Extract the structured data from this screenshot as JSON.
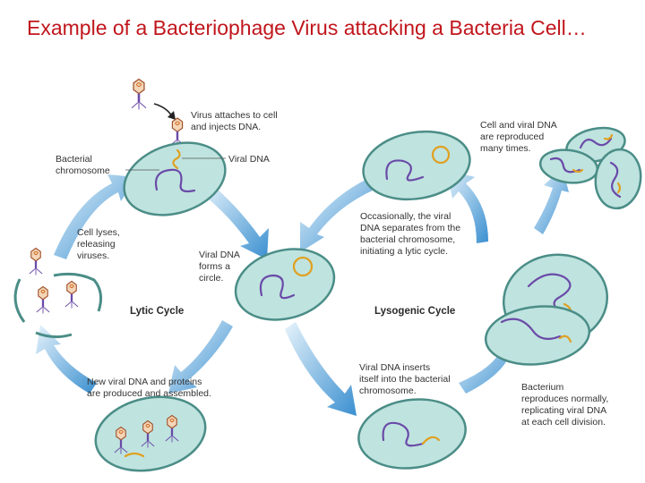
{
  "title": "Example of a Bacteriophage Virus attacking a Bacteria Cell…",
  "labels": {
    "virus_attaches": [
      "Virus attaches to cell",
      "and injects DNA."
    ],
    "bacterial_chromosome": [
      "Bacterial",
      "chromosome"
    ],
    "viral_dna": "Viral DNA",
    "cell_lyses": [
      "Cell lyses,",
      "releasing",
      "viruses."
    ],
    "viral_dna_circle": [
      "Viral DNA",
      "forms a",
      "circle."
    ],
    "lytic_cycle": "Lytic Cycle",
    "lysogenic_cycle": "Lysogenic Cycle",
    "new_viral_dna": [
      "New viral DNA and proteins",
      "are produced and assembled."
    ],
    "occasionally": [
      "Occasionally, the viral",
      "DNA separates from the",
      "bacterial chromosome,",
      "initiating a lytic cycle."
    ],
    "cell_viral_reproduced": [
      "Cell and viral DNA",
      "are reproduced",
      "many times."
    ],
    "viral_dna_inserts": [
      "Viral DNA inserts",
      "itself into the bacterial",
      "chromosome."
    ],
    "bacterium_reproduces": [
      "Bacterium",
      "reproduces normally,",
      "replicating viral DNA",
      "at each cell division."
    ]
  },
  "colors": {
    "title": "#c0161c",
    "cell_fill": "#bfe3df",
    "cell_stroke": "#4b8d87",
    "chromosome": "#6a4aa8",
    "viral_dna": "#e0a020",
    "arrow": "#3a8fd0"
  }
}
